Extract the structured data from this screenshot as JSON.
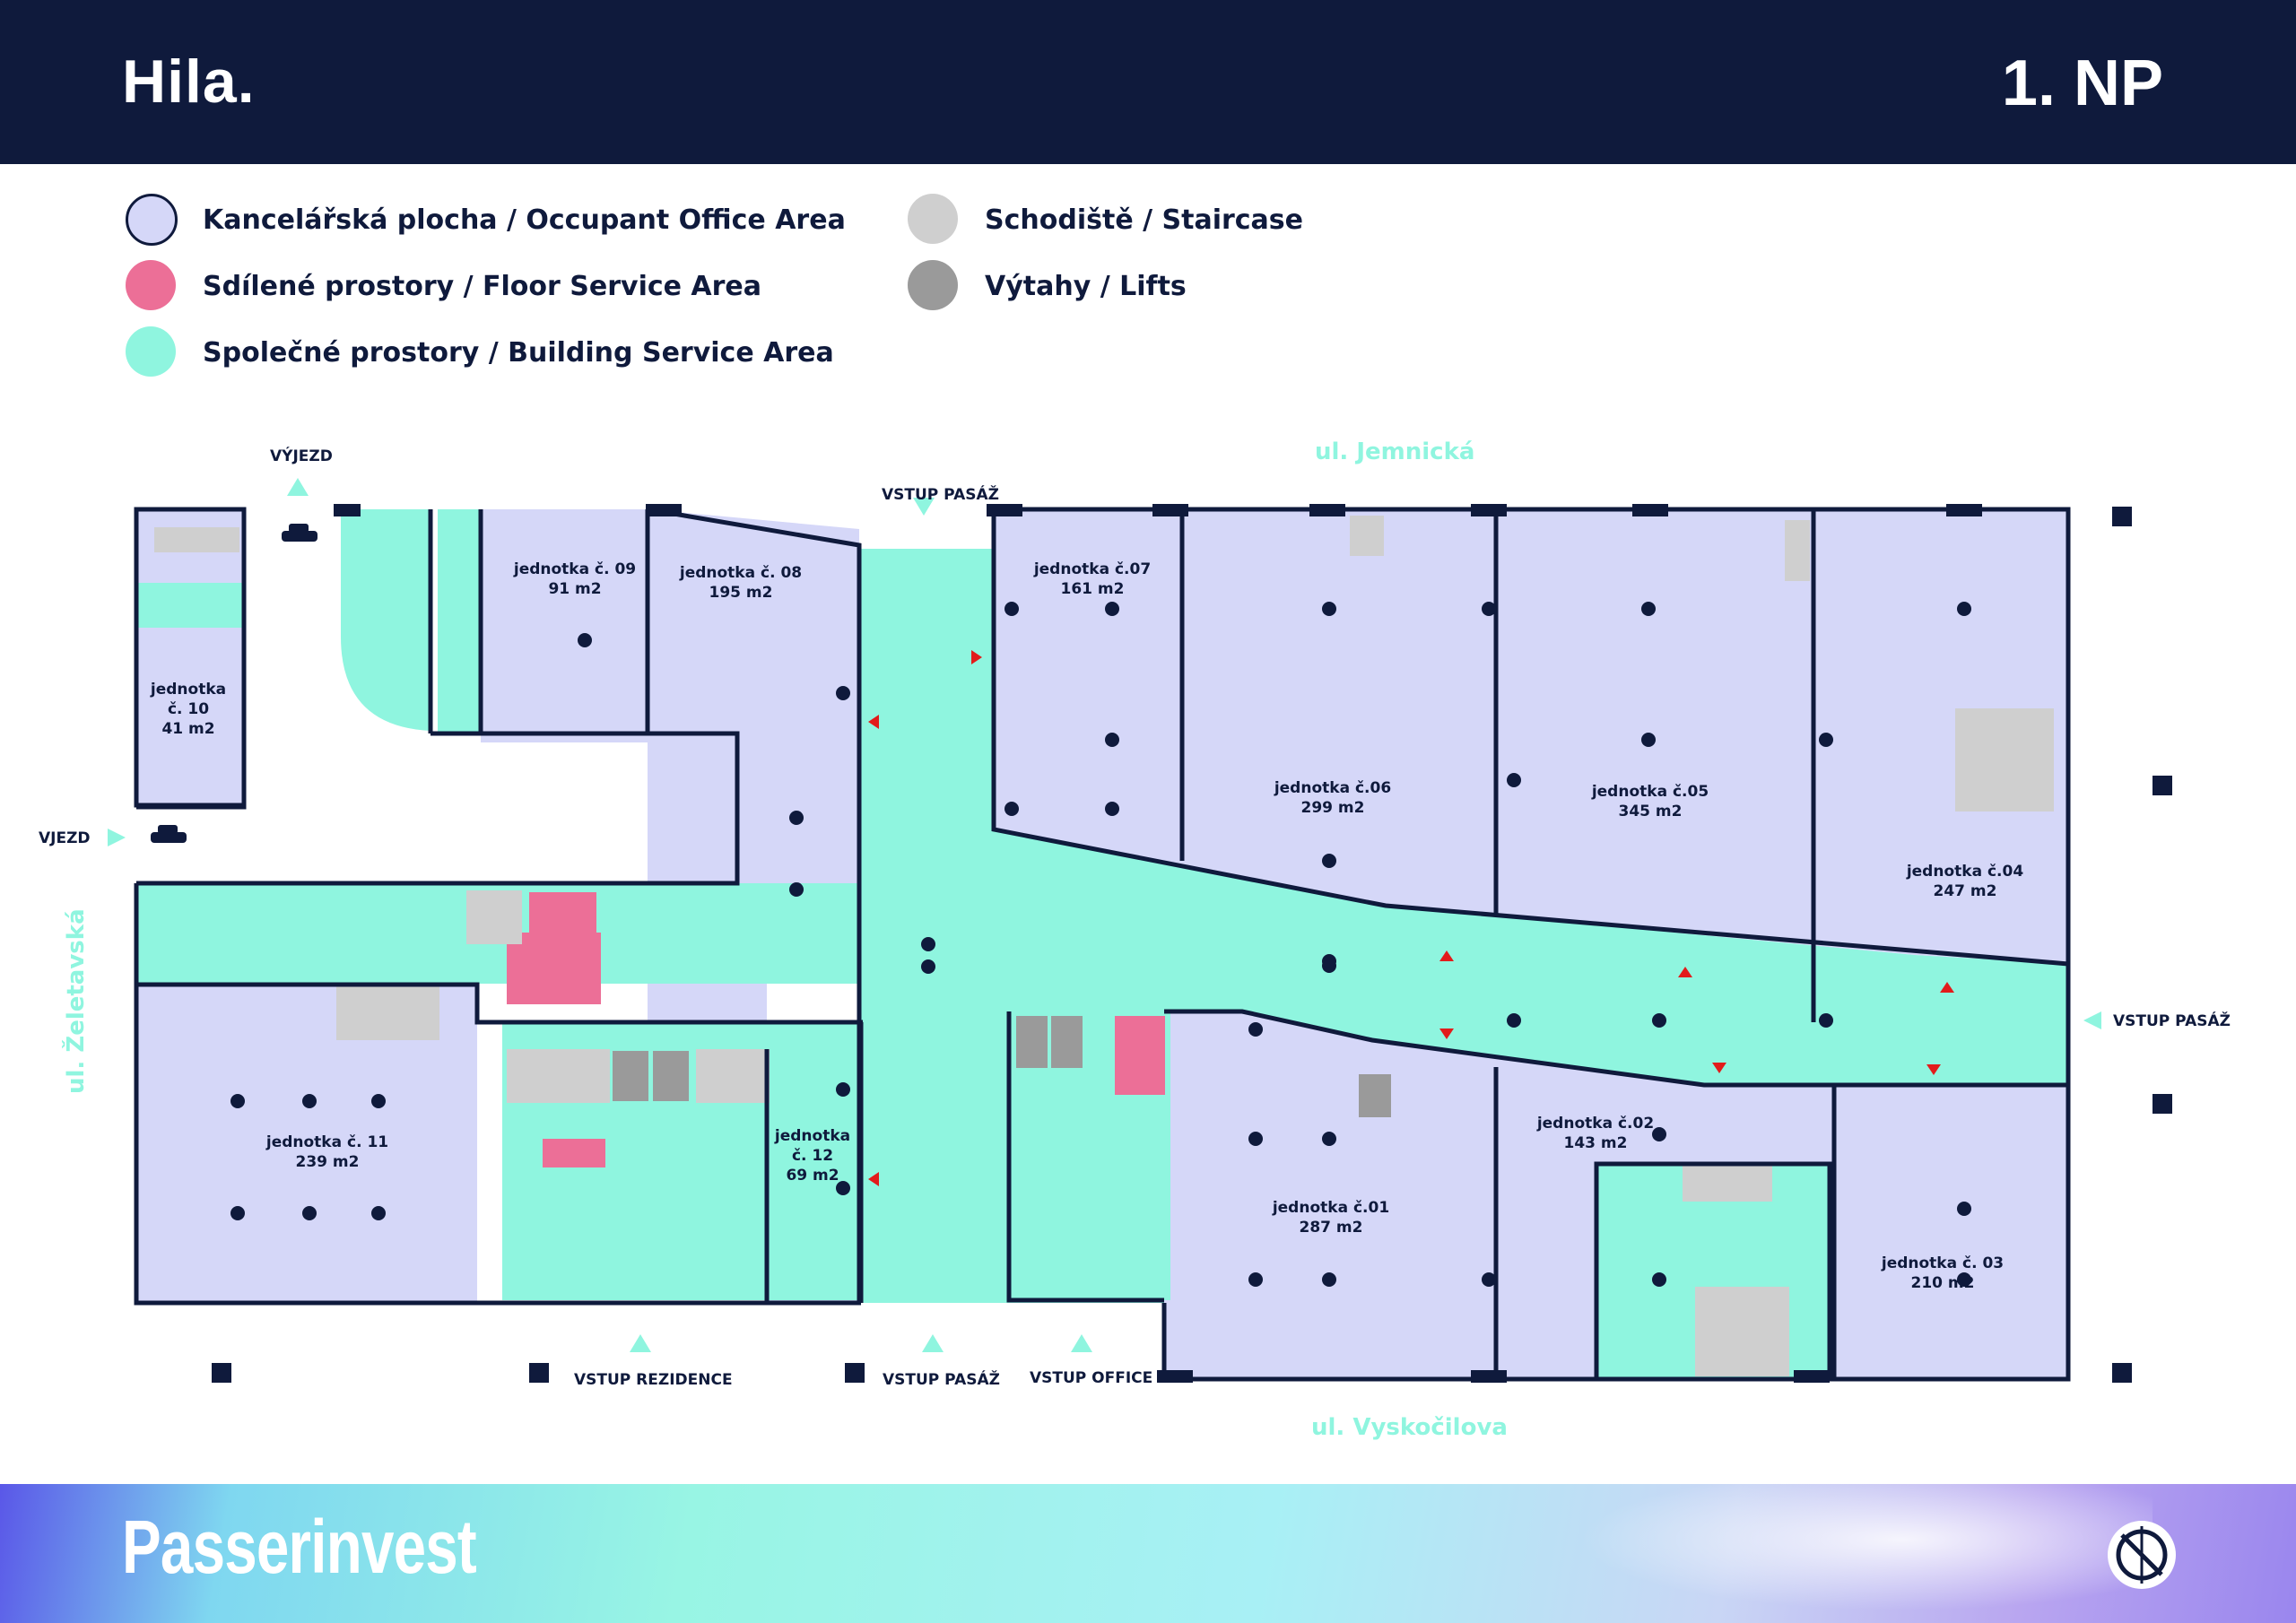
{
  "header": {
    "brand": "Hila.",
    "floor": "1. NP"
  },
  "legend": [
    {
      "label": "Kancelářská plocha / Occupant Office Area",
      "color": "#d5d7f8"
    },
    {
      "label": "Sdílené prostory / Floor Service Area",
      "color": "#ec6f97"
    },
    {
      "label": "Společné prostory / Building Service Area",
      "color": "#8ff5df"
    },
    {
      "label": "Schodiště / Staircase",
      "color": "#cfcfcf"
    },
    {
      "label": "Výtahy / Lifts",
      "color": "#9a9a9a"
    }
  ],
  "colors": {
    "office": "#d5d7f8",
    "service": "#ec6f97",
    "common": "#8ff5df",
    "stair": "#cfcfcf",
    "lift": "#9a9a9a",
    "wall": "#0f1a3c",
    "street": "#8ff5df",
    "marker": "#e21b1b"
  },
  "streets": {
    "north": "ul. Jemnická",
    "south": "ul. Vyskočilova",
    "west": "ul. Želetavská"
  },
  "entrances": {
    "vyjezd": "VÝJEZD",
    "vjezd": "VJEZD",
    "pasaz_north": "VSTUP PASÁŽ",
    "pasaz_east": "VSTUP PASÁŽ",
    "pasaz_south": "VSTUP PASÁŽ",
    "rezidence": "VSTUP REZIDENCE",
    "office": "VSTUP OFFICE"
  },
  "units": [
    {
      "name": "jednotka č. 09",
      "area": "91 m2"
    },
    {
      "name": "jednotka č. 08",
      "area": "195 m2"
    },
    {
      "name": "jednotka č.07",
      "area": "161 m2"
    },
    {
      "name": "jednotka č.06",
      "area": "299 m2"
    },
    {
      "name": "jednotka č.05",
      "area": "345 m2"
    },
    {
      "name": "jednotka č.04",
      "area": "247 m2"
    },
    {
      "name": "jednotka",
      "name2": "č. 10",
      "area": "41 m2"
    },
    {
      "name": "jednotka č. 11",
      "area": "239 m2"
    },
    {
      "name": "jednotka",
      "name2": "č. 12",
      "area": "69 m2"
    },
    {
      "name": "jednotka č.01",
      "area": "287 m2"
    },
    {
      "name": "jednotka č.02",
      "area": "143 m2"
    },
    {
      "name": "jednotka č. 03",
      "area": "210 m2"
    }
  ],
  "footer": {
    "brand": "Passerinvest"
  }
}
